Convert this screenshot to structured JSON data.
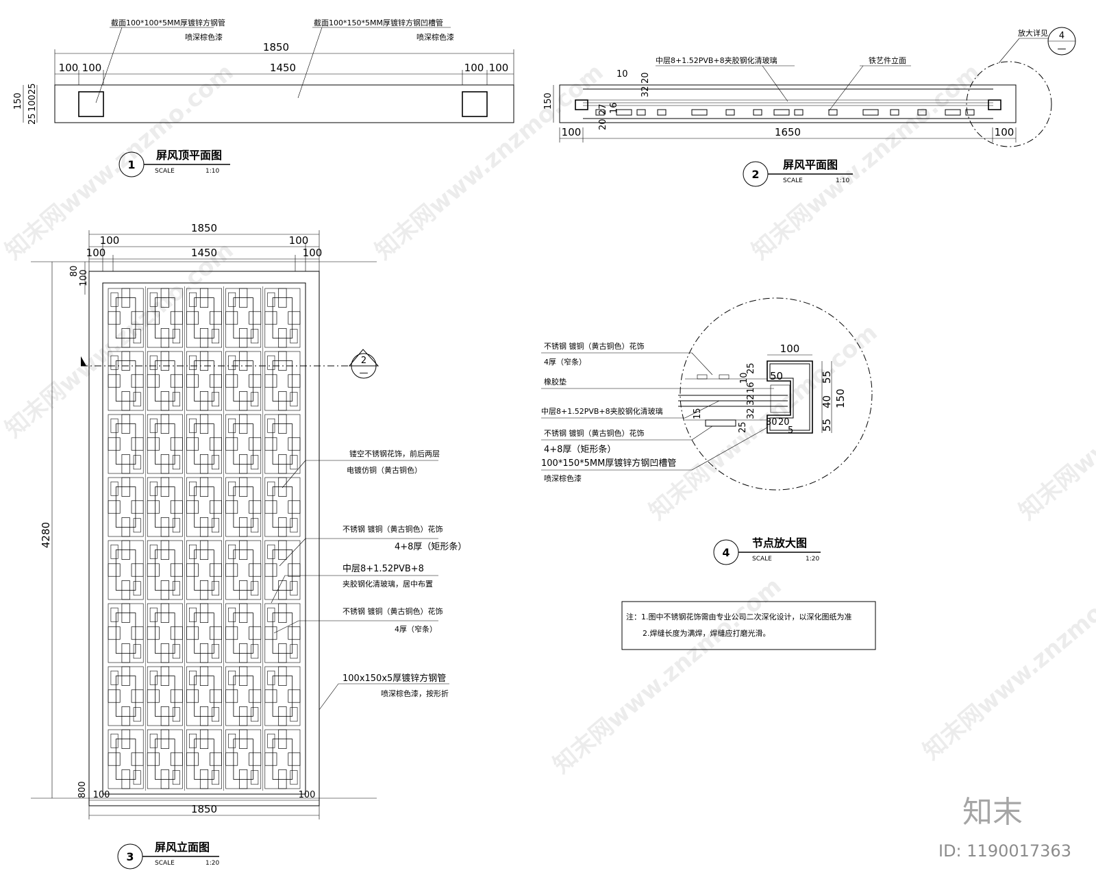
{
  "view1": {
    "title": "屏风顶平面图",
    "number": "1",
    "scale_label": "SCALE",
    "scale_value": "1:10",
    "callout_left": "截面100*100*5MM厚镀锌方钢管",
    "callout_left_2": "喷深棕色漆",
    "callout_right": "截面100*150*5MM厚镀锌方钢凹槽管",
    "callout_right_2": "喷深棕色漆",
    "dim_total": "1850",
    "dim_l1": "100",
    "dim_l2": "100",
    "dim_mid": "1450",
    "dim_r1": "100",
    "dim_r2": "100",
    "dim_h": "150",
    "dim_v1": "25",
    "dim_v2": "100",
    "dim_v3": "25"
  },
  "view2": {
    "title": "屏风平面图",
    "number": "2",
    "scale_label": "SCALE",
    "scale_value": "1:10",
    "callout_glass": "中层8+1.52PVB+8夹胶钢化清玻璃",
    "callout_iron": "铁艺件立面",
    "detail_ref": "放大详见",
    "detail_ref_num": "4",
    "detail_ref_sub": "—",
    "dim_mid": "1650",
    "dim_left": "100",
    "dim_right": "100",
    "dim_h": "150",
    "dim_10": "10",
    "dim_32": "32",
    "dim_20": "20",
    "dim_v20": "20",
    "dim_v27": "27",
    "dim_v16": "16"
  },
  "view3": {
    "title": "屏风立面图",
    "number": "3",
    "scale_label": "SCALE",
    "scale_value": "1:20",
    "dim_top_total": "1850",
    "dim_top_100a": "100",
    "dim_top_100b": "100",
    "dim_top_1450": "1450",
    "dim_top_100c": "100",
    "dim_top_100d": "100",
    "dim_height": "4280",
    "dim_v80": "80",
    "dim_v100": "100",
    "dim_v800": "800",
    "dim_bot_100a": "100",
    "dim_bot_100b": "100",
    "dim_bot_total": "1850",
    "section_num": "2",
    "section_sub": "—",
    "note1_a": "镂空不锈钢花饰，前后两层",
    "note1_b": "电镀仿铜（黄古铜色）",
    "note2_a": "不锈钢 镀铜（黄古铜色）花饰",
    "note2_b": "4+8厚（矩形条）",
    "note3_a": "中层8+1.52PVB+8",
    "note3_b": "夹胶钢化清玻璃，居中布置",
    "note4_a": "不锈钢 镀铜（黄古铜色）花饰",
    "note4_b": "4厚（窄条）",
    "note5_a": "100x150x5厚镀锌方钢管",
    "note5_b": "喷深棕色漆，按形折"
  },
  "view4": {
    "title": "节点放大图",
    "number": "4",
    "scale_label": "SCALE",
    "scale_value": "1:20",
    "l1_a": "不锈钢 镀铜（黄古铜色）花饰",
    "l1_b": "4厚（窄条）",
    "l2": "橡胶垫",
    "l3": "中层8+1.52PVB+8夹胶钢化清玻璃",
    "l4_a": "不锈钢 镀铜（黄古铜色）花饰",
    "l4_b": "4+8厚（矩形条）",
    "l5_a": "100*150*5MM厚镀锌方钢凹槽管",
    "l5_b": "喷深棕色漆",
    "d100": "100",
    "d50": "50",
    "d55a": "55",
    "d40": "40",
    "d55b": "55",
    "d150": "150",
    "d25": "25",
    "d10": "10",
    "d16": "16",
    "d32a": "32",
    "d32b": "32",
    "d25b": "25",
    "d30": "30",
    "d20": "20",
    "d5": "5",
    "d15": "15"
  },
  "notes": {
    "line1": "注：1.图中不锈钢花饰需由专业公司二次深化设计，以深化图纸为准",
    "line2": "2.焊缝长度为满焊，焊缝应打磨光滑。"
  },
  "watermark": {
    "text": "知末网www.znzmo.com",
    "brand": "知末",
    "id": "ID: 1190017363"
  }
}
